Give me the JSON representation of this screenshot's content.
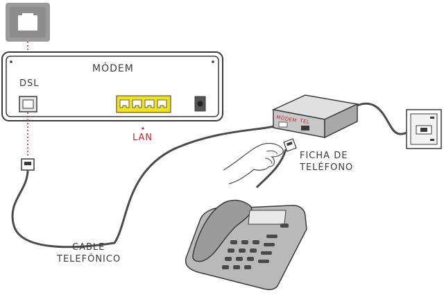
{
  "labels": {
    "modem_title": "MÓDEM",
    "dsl": "DSL",
    "lan": "LAN",
    "splitter_modem": "MÓDEM",
    "splitter_tel": "TEL",
    "ficha_line1": "FICHA DE",
    "ficha_line2": "TELÉFONO",
    "cable_line1": "CABLE",
    "cable_line2": "TELEFÓNICO"
  },
  "colors": {
    "outline": "#3a3a3a",
    "accent_red": "#d4202c",
    "lan_yellow": "#f2e21b",
    "wall_jack_gray": "#9a9a9a",
    "splitter_top": "#e0e0e0",
    "splitter_front": "#c8c8c8",
    "splitter_side": "#a8a8a8",
    "phone_body": "#b9b9b9",
    "phone_dark": "#7d7d7d"
  },
  "icons": [
    "wall-jack-icon",
    "modem-device",
    "splitter-device",
    "wall-socket-icon",
    "telephone-icon",
    "hand-with-plug-icon"
  ]
}
